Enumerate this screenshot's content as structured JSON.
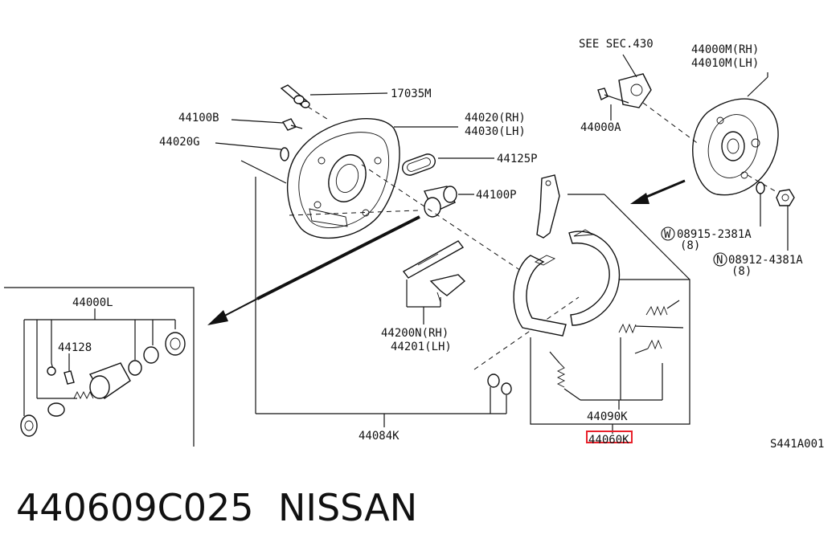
{
  "diagram": {
    "labels": {
      "p17035m": "17035M",
      "p44100b": "44100B",
      "p44020g": "44020G",
      "p44020rh": "44020(RH)",
      "p44030lh": "44030(LH)",
      "p44125p": "44125P",
      "p44100p": "44100P",
      "see_sec": "SEE SEC.430",
      "p44000m": "44000M(RH)",
      "p44010m": "44010M(LH)",
      "p44000a": "44000A",
      "w08915": "08915-2381A",
      "w08915_qty": "(8)",
      "n08912": "08912-4381A",
      "n08912_qty": "(8)",
      "w_mark": "W",
      "n_mark": "N",
      "p44000l": "44000L",
      "p44128": "44128",
      "p44200n": "44200N(RH)",
      "p44201": "44201(LH)",
      "p44084k": "44084K",
      "p44090k": "44090K",
      "p44060k": "44060K",
      "ref": "S441A001"
    }
  },
  "footer": {
    "part_number": "440609C025",
    "brand": "NISSAN"
  },
  "colors": {
    "ink": "#111111",
    "highlight": "#e8202a",
    "background": "#ffffff"
  }
}
